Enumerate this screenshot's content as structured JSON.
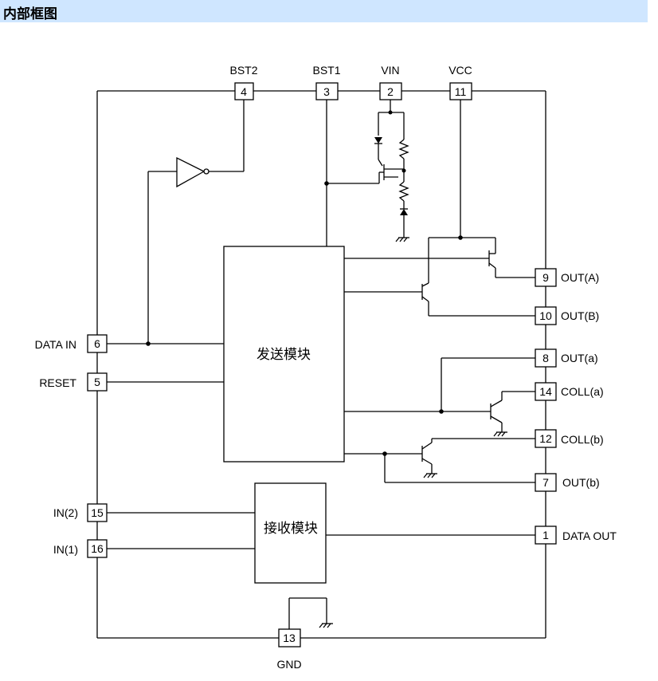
{
  "header": {
    "title": "内部框图"
  },
  "blocks": {
    "transmit": "发送模块",
    "receive": "接收模块"
  },
  "pins": [
    {
      "num": "4",
      "name": "BST2"
    },
    {
      "num": "3",
      "name": "BST1"
    },
    {
      "num": "2",
      "name": "VIN"
    },
    {
      "num": "11",
      "name": "VCC"
    },
    {
      "num": "6",
      "name": "DATA IN"
    },
    {
      "num": "5",
      "name": "RESET"
    },
    {
      "num": "15",
      "name": "IN(2)"
    },
    {
      "num": "16",
      "name": "IN(1)"
    },
    {
      "num": "9",
      "name": "OUT(A)"
    },
    {
      "num": "10",
      "name": "OUT(B)"
    },
    {
      "num": "8",
      "name": "OUT(a)"
    },
    {
      "num": "14",
      "name": "COLL(a)"
    },
    {
      "num": "12",
      "name": "COLL(b)"
    },
    {
      "num": "7",
      "name": "OUT(b)"
    },
    {
      "num": "1",
      "name": "DATA OUT"
    },
    {
      "num": "13",
      "name": "GND"
    }
  ]
}
